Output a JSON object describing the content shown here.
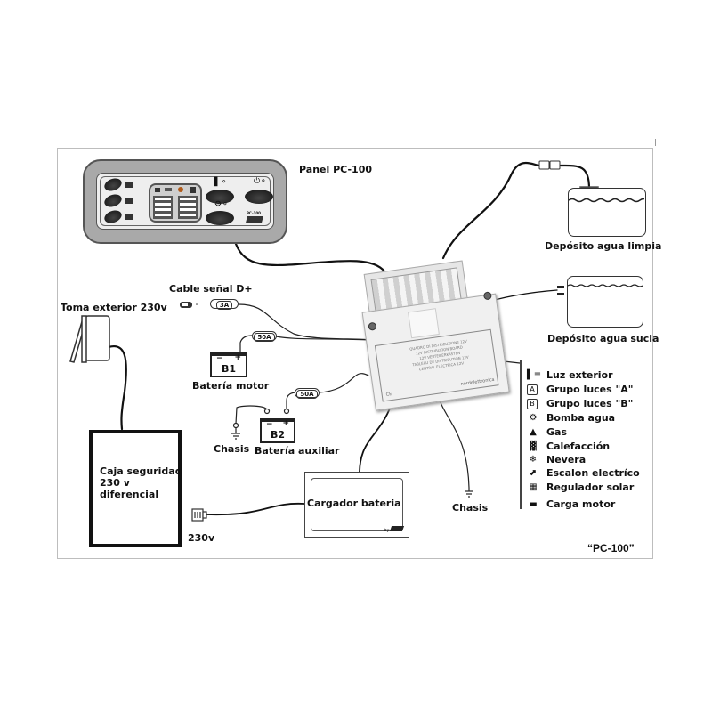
{
  "title": "“PC-100”",
  "panel": {
    "label": "Panel PC-100",
    "brand_model": "PC-100"
  },
  "central_unit": {
    "plate_lines": [
      "QUADRO DI DISTRIBUZIONE 12V",
      "12V DISTRIBUTION BOARD",
      "12V VERTEILERKASTEN",
      "TABLEAU DE DISTRIBUTION 12V",
      "CENTRAL ELECTRICA 12V"
    ],
    "mark": "CE",
    "brand": "nordelettronica"
  },
  "labels": {
    "deposito_limpia": "Depósito agua limpia",
    "deposito_sucia": "Depósito agua sucia",
    "cable_senal": "Cable señal D+",
    "toma_exterior": "Toma exterior 230v",
    "bateria_motor": "Batería motor",
    "bateria_auxiliar": "Batería auxiliar",
    "chasis_left": "Chasis",
    "chasis_right": "Chasis",
    "plug_230": "230v",
    "caja_seguridad": "Caja seguridad\n230 v\ndiferencial",
    "cargador": "Cargador bateria",
    "cargador_by": "by"
  },
  "fuses": {
    "senal": "3A",
    "motor": "50A",
    "auxiliar": "50A"
  },
  "batteries": {
    "b1": {
      "name": "B1",
      "neg": "−",
      "pos": "+"
    },
    "b2": {
      "name": "B2",
      "neg": "−",
      "pos": "+"
    }
  },
  "legend": [
    {
      "icon": "exterior-light-icon",
      "glyph": "▌≡",
      "label": "Luz exterior"
    },
    {
      "icon": "group-a-icon",
      "glyph": "A",
      "label": "Grupo luces \"A\""
    },
    {
      "icon": "group-b-icon",
      "glyph": "B",
      "label": "Grupo luces \"B\""
    },
    {
      "icon": "water-pump-icon",
      "glyph": "⚙",
      "label": "Bomba agua"
    },
    {
      "icon": "gas-icon",
      "glyph": "▲",
      "label": "Gas"
    },
    {
      "icon": "heating-icon",
      "glyph": "▓",
      "label": "Calefacción"
    },
    {
      "icon": "fridge-icon",
      "glyph": "❄",
      "label": "Nevera"
    },
    {
      "icon": "electric-step-icon",
      "glyph": "⬈",
      "label": "Escalon electríco"
    },
    {
      "icon": "solar-regulator-icon",
      "glyph": "▦",
      "label": "Regulador solar"
    },
    {
      "icon": "engine-charge-icon",
      "glyph": "▬",
      "label": "Carga motor"
    }
  ]
}
